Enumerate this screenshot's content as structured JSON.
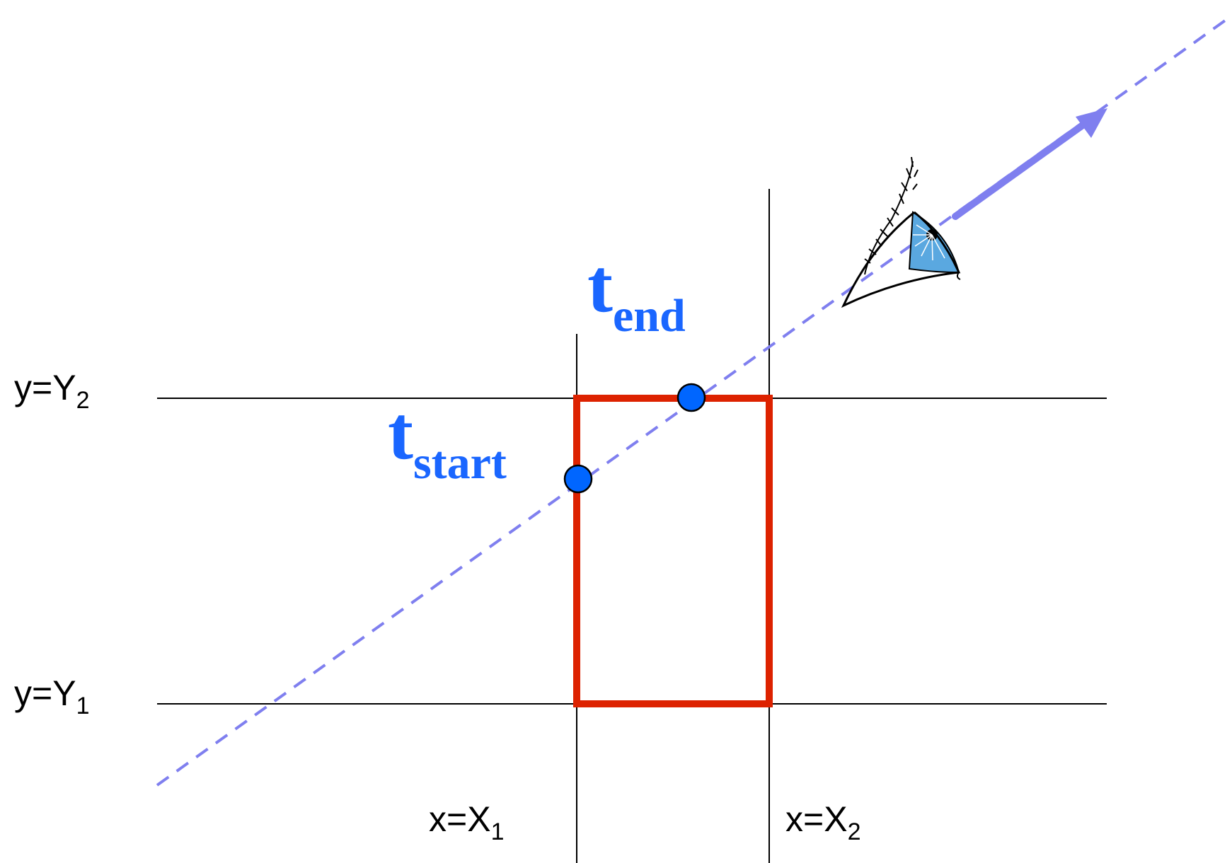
{
  "colors": {
    "box": "#dd2200",
    "ray": "#7f7fef",
    "point": "#0066ff",
    "label": "#1a66ff",
    "iris": "#5aa8e0",
    "lines": "#000000"
  },
  "icons": {
    "viewer": "eye-icon",
    "direction": "arrow-icon"
  },
  "labels": {
    "y2": {
      "base": "y=Y",
      "sub": "2"
    },
    "y1": {
      "base": "y=Y",
      "sub": "1"
    },
    "x1": {
      "base": "x=X",
      "sub": "1"
    },
    "x2": {
      "base": "x=X",
      "sub": "2"
    },
    "t_start": {
      "base": "t",
      "sub": "start"
    },
    "t_end": {
      "base": "t",
      "sub": "end"
    }
  }
}
